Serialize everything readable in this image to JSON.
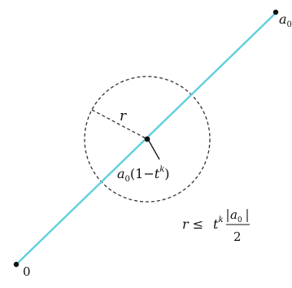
{
  "labels": {
    "origin": "0",
    "endpoint_a": "a",
    "endpoint_sub": "0",
    "radius": "r",
    "center_a": "a",
    "center_sub": "0",
    "center_expr_open": "(1−",
    "center_t": "t",
    "center_k": "k",
    "center_close": ")",
    "ineq_lhs": "r ≤",
    "ineq_t": "t",
    "ineq_k": "k",
    "ineq_num_a": "a",
    "ineq_num_sub": "0",
    "ineq_den": "2"
  },
  "colors": {
    "segment": "#5fd0dc",
    "ink": "#111111",
    "circle": "#333333"
  }
}
